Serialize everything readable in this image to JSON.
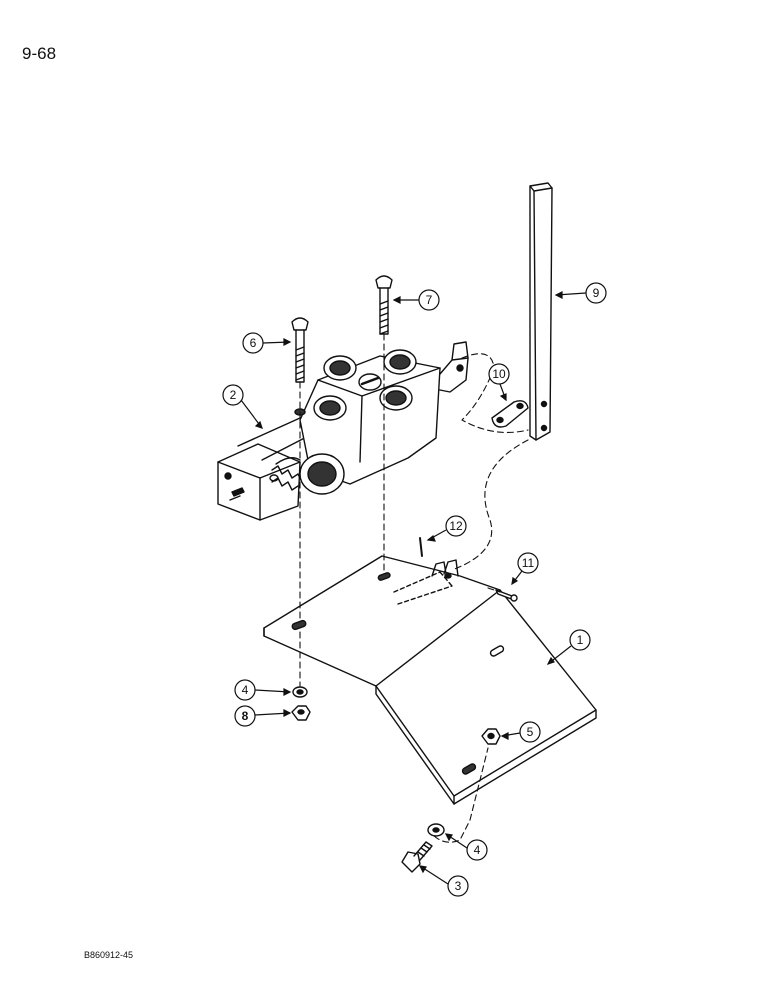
{
  "page_number": "9-68",
  "figure_code": "B860912-45",
  "callouts": {
    "c1": "1",
    "c2": "2",
    "c3": "3",
    "c4a": "4",
    "c4b": "4",
    "c5": "5",
    "c6": "6",
    "c7": "7",
    "c8": "8",
    "c9": "9",
    "c10": "10",
    "c11": "11",
    "c12": "12"
  }
}
